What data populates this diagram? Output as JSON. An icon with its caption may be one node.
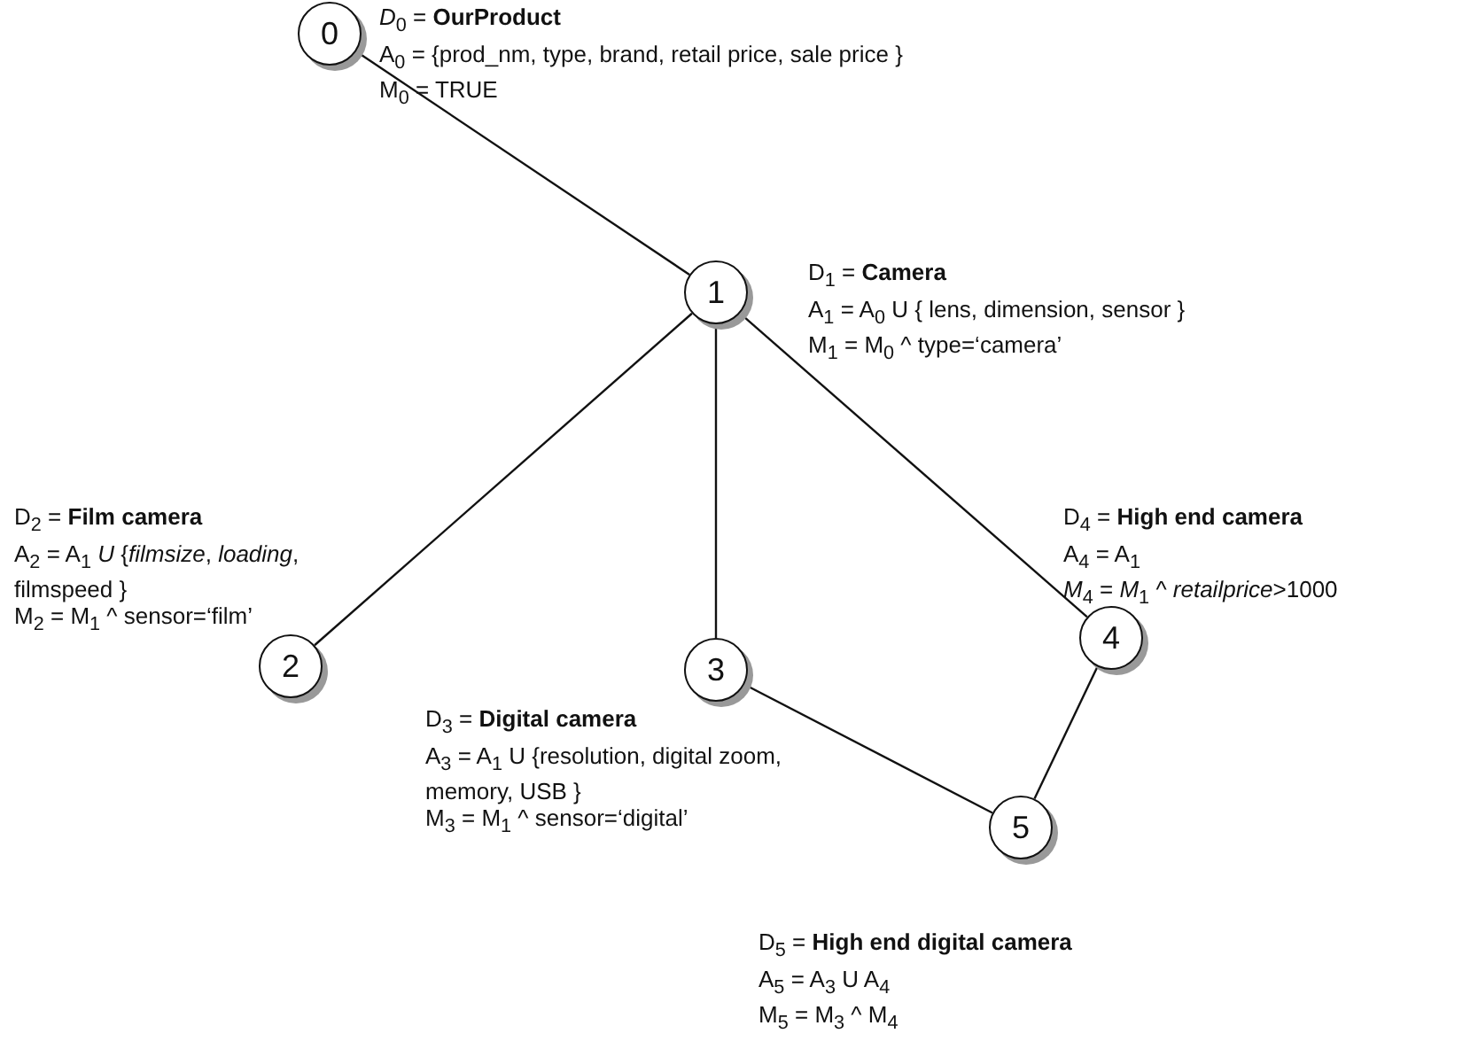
{
  "diagram": {
    "nodes": [
      {
        "text": [
          "0"
        ],
        "beside": [
          "*D*$_{0}$ = **OurProduct**",
          "A$_{0}$ = {prod_nm, type, brand, retail price, sale price }",
          "M$_{0}$ = TRUE"
        ]
      },
      {
        "text": [
          "1"
        ],
        "beside": [
          "D$_{1}$ = **Camera**",
          "A$_{1}$ = A$_{0}$ U { lens, dimension, sensor }",
          "M$_{1}$ = M$_{0}$ ^ type=‘camera’"
        ]
      },
      {
        "text": [
          "2"
        ],
        "beside": [
          "D$_{2}$ = **Film camera**",
          "A$_{2}$ = A$_{1}$ *U* {*filmsize*, *loading*, filmspeed }",
          "M$_{2}$ = M$_{1}$ ^ sensor=‘film’"
        ]
      },
      {
        "text": [
          "3"
        ],
        "beside": [
          "D$_{3}$ = **Digital camera**",
          "A$_{3}$ = A$_{1}$ U {resolution, digital zoom, memory, USB }",
          "M$_{3}$ = M$_{1}$ ^ sensor=‘digital’"
        ]
      },
      {
        "text": [
          "4"
        ],
        "beside": [
          "D$_{4}$ = **High end camera**",
          "A$_{4}$ = A$_{1}$",
          "*M*$_{4}$ = *M*$_{1}$ ^ *retailprice*>1000"
        ]
      },
      {
        "text": [
          "5"
        ],
        "beside": [
          "D$_{5}$ = **High end digital camera**",
          "A$_{5}$ = A$_{3}$ U A$_{4}$",
          "M$_{5}$ = M$_{3}$ ^ M$_{4}$"
        ]
      }
    ],
    "edges": [
      {
        "from": 0,
        "to": 1,
        "arrow": "none"
      },
      {
        "from": 1,
        "to": 2,
        "arrow": "none"
      },
      {
        "from": 1,
        "to": 3,
        "arrow": "none"
      },
      {
        "from": 1,
        "to": 4,
        "arrow": "none"
      },
      {
        "from": 3,
        "to": 5,
        "arrow": "none"
      },
      {
        "from": 4,
        "to": 5,
        "arrow": "none"
      }
    ]
  }
}
